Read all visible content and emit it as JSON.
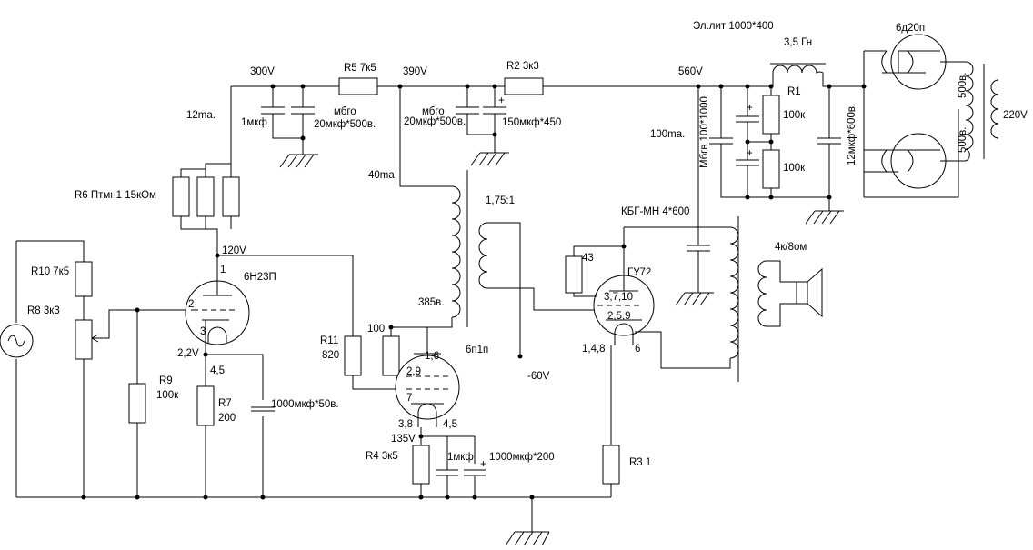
{
  "labels": {
    "v300": "300V",
    "r5": "R5 7к5",
    "v390": "390V",
    "r2": "R2 3к3",
    "v560": "560V",
    "choke_cap": "Эл.лит 1000*400",
    "choke": "3,5 Гн",
    "tube_rect": "6д20п",
    "ma12": "12ma.",
    "c_1mkf_top": "1мкф",
    "mbgo1": "мбго",
    "c20_1": "20мкф*500в.",
    "mbgo2": "мбго",
    "c20_2": "20мкф*500в.",
    "c150": "150мкф*450",
    "r1": "R1",
    "r1_a": "100к",
    "r1_b": "100к",
    "ma100": "100ma.",
    "mbgv": "Мбгв 100*1000",
    "c12": "12мкф*600в.",
    "v500a": "500в.",
    "v500b": "500в.",
    "v220": "220V",
    "ma40": "40ma",
    "ratio": "1,75:1",
    "kbg": "КБГ-МН 4*600",
    "r6": "R6 Птмн1 15кОм",
    "v120": "120V",
    "r10": "R10 7к5",
    "pin1": "1",
    "tube_6n23": "6Н23П",
    "r8": "R8  3к3",
    "pin2": "2",
    "pin3": "3",
    "v22": "2,2V",
    "pin45a": "4,5",
    "r9": "R9",
    "r9v": "100к",
    "r7": "R7",
    "r7v": "200",
    "c1000_50": "1000мкф*50в.",
    "v385": "385в.",
    "r11": "R11",
    "r11v": "820",
    "r100": "100",
    "p16": "1,6",
    "tube_6p1p": "6п1п",
    "p29": "2,9",
    "p7": "7",
    "p38": "3,8",
    "p45b": "4,5",
    "v135": "135V",
    "r4": "R4 3к5",
    "c_1mkf_bot": "1мкф",
    "c1000_200": "1000мкф*200",
    "v60": "-60V",
    "p43": "43",
    "tube_gu72": "ГУ72",
    "p3710": "3,7,10",
    "p259": "2,5,9",
    "p148": "1,4,8",
    "p6": "6",
    "r3": "R3 1",
    "speaker": "4к/8ом",
    "plus": "+"
  }
}
